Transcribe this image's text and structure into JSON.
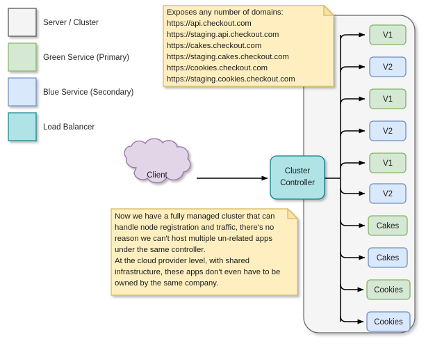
{
  "legend": {
    "items": [
      {
        "label": "Server / Cluster",
        "fill": "#f4f4f4",
        "stroke": "#4d4d4d"
      },
      {
        "label": "Green Service (Primary)",
        "fill": "#d5e8d4",
        "stroke": "#82b366"
      },
      {
        "label": "Blue Service (Secondary)",
        "fill": "#dae8fc",
        "stroke": "#6c8ebf"
      },
      {
        "label": "Load Balancer",
        "fill": "#b0e3e6",
        "stroke": "#0e8088"
      }
    ]
  },
  "notes": {
    "top": {
      "lines": [
        "Exposes any number of domains:",
        "https://api.checkout.com",
        "https://staging.api.checkout.com",
        "https://cakes.checkout.com",
        "https://staging.cakes.checkout.com",
        "https://cookies.checkout.com",
        "https://staging.cookies.checkout.com"
      ],
      "fill": "#ffefc0",
      "stroke": "#d6b656"
    },
    "bottom": {
      "lines": [
        "Now we have a fully managed cluster that can",
        "handle node registration and traffic, there's no",
        "reason we can't host multiple un-related apps",
        "under the same controller.",
        "At the cloud provider level, with shared",
        "infrastructure, these apps don't even have to be",
        "owned by the same company."
      ],
      "fill": "#ffefc0",
      "stroke": "#d6b656"
    }
  },
  "client": {
    "label": "Client",
    "fill": "#e1d5e7",
    "stroke": "#9673a6"
  },
  "controller": {
    "line1": "Cluster",
    "line2": "Controller",
    "fill": "#b0e3e6",
    "stroke": "#0e8088"
  },
  "cluster_panel": {
    "fill": "#f5f5f5",
    "stroke": "#666666"
  },
  "services": [
    {
      "label": "V1",
      "variant": "green"
    },
    {
      "label": "V2",
      "variant": "blue"
    },
    {
      "label": "V1",
      "variant": "green"
    },
    {
      "label": "V2",
      "variant": "blue"
    },
    {
      "label": "V1",
      "variant": "green"
    },
    {
      "label": "V2",
      "variant": "blue"
    },
    {
      "label": "Cakes",
      "variant": "green"
    },
    {
      "label": "Cakes",
      "variant": "blue"
    },
    {
      "label": "Cookies",
      "variant": "green"
    },
    {
      "label": "Cookies",
      "variant": "blue"
    }
  ],
  "colors": {
    "green_fill": "#d5e8d4",
    "green_stroke": "#82b366",
    "blue_fill": "#dae8fc",
    "blue_stroke": "#6c8ebf",
    "edge": "#000000"
  }
}
